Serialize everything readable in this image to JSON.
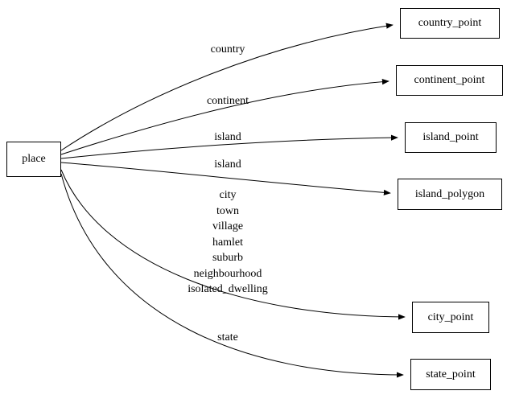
{
  "diagram": {
    "source_node": {
      "label": "place"
    },
    "target_nodes": [
      {
        "label": "country_point"
      },
      {
        "label": "continent_point"
      },
      {
        "label": "island_point"
      },
      {
        "label": "island_polygon"
      },
      {
        "label": "city_point"
      },
      {
        "label": "state_point"
      }
    ],
    "edge_labels": {
      "country": "country",
      "continent": "continent",
      "island_1": "island",
      "island_2": "island",
      "city_lines": [
        "city",
        "town",
        "village",
        "hamlet",
        "suburb",
        "neighbourhood",
        "isolated_dwelling"
      ],
      "state": "state"
    },
    "colors": {
      "stroke": "#000000",
      "background": "#ffffff"
    }
  }
}
